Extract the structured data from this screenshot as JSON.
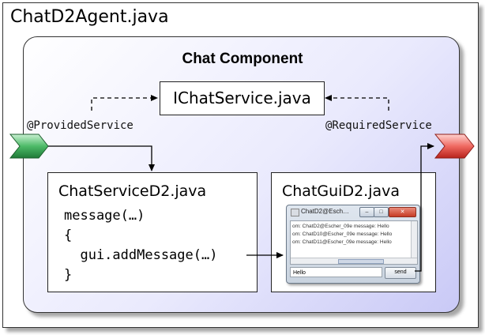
{
  "outer_title": "ChatD2Agent.java",
  "component_title": "Chat Component",
  "interface_box": "IChatService.java",
  "provided_label": "@ProvidedService",
  "required_label": "@RequiredService",
  "service_box": {
    "title": "ChatServiceD2.java",
    "code": [
      "message(…)",
      "{",
      "  gui.addMessage(…)",
      "}"
    ]
  },
  "gui_box": {
    "title": "ChatGuiD2.java",
    "window": {
      "title": "ChatD2@Esch…",
      "messages": [
        "om: ChatD2@Escher_09e message: Hello",
        "om: ChatD10@Escher_09e message: Hello",
        "om: ChatD11@Escher_09e message: Hello"
      ],
      "input_value": "Hello",
      "send_label": "send"
    }
  },
  "colors": {
    "provided_port": "#2e9e4a",
    "required_port": "#e0403a",
    "component_fill": "#e4e4fb"
  }
}
